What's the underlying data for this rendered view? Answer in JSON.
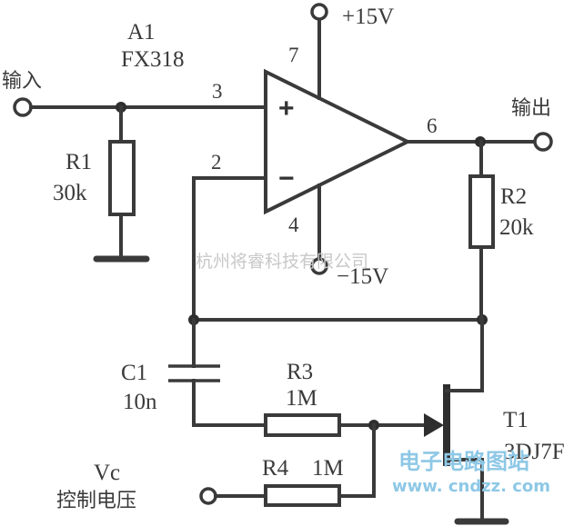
{
  "title": "Voltage-controlled gain amplifier (FX318 + 3DJ7F)",
  "opamp": {
    "ref": "A1",
    "part": "FX318",
    "plus_sign": "+",
    "minus_sign": "−",
    "pins": {
      "noninv": "3",
      "inv": "2",
      "out": "6",
      "vpos": "7",
      "vneg": "4"
    }
  },
  "supply": {
    "positive": "+15V",
    "negative": "−15V"
  },
  "ports": {
    "input": "输入",
    "output": "输出",
    "control_name": "Vc",
    "control": "控制电压"
  },
  "components": {
    "r1": {
      "ref": "R1",
      "value": "30k"
    },
    "r2": {
      "ref": "R2",
      "value": "20k"
    },
    "r3": {
      "ref": "R3",
      "value": "1M"
    },
    "r4": {
      "ref": "R4",
      "value": "1M"
    },
    "c1": {
      "ref": "C1",
      "value": "10n"
    },
    "t1": {
      "ref": "T1",
      "part": "3DJ7F"
    }
  },
  "watermarks": {
    "company": "杭州将睿科技有限公司",
    "site_name": "电子电路图站",
    "site_url": "www. cndzz. com"
  },
  "colors": {
    "ink": "#3a3a3a",
    "watermark_gray": "#c8c8c8",
    "watermark_blue": "#8ec8e6"
  }
}
